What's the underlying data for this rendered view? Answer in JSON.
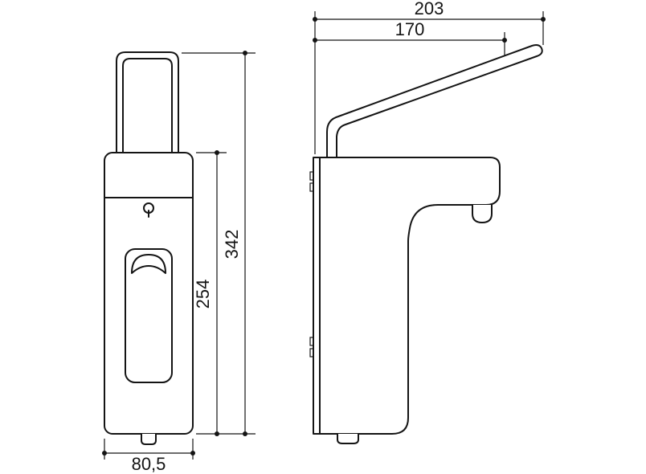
{
  "drawing": {
    "background_color": "#ffffff",
    "line_color": "#141414",
    "dimensions": {
      "width": "80,5",
      "body_height": "254",
      "total_height": "342",
      "total_depth": "203",
      "lever_depth": "170"
    }
  }
}
